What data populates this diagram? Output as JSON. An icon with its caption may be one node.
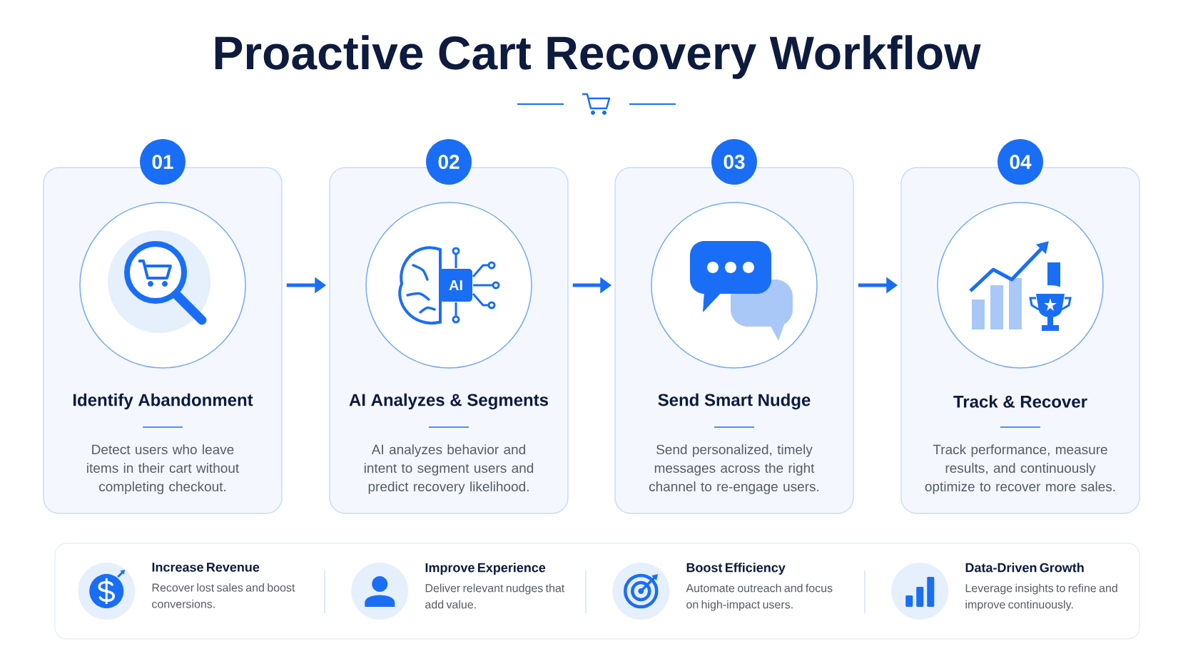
{
  "diagram": {
    "title": "Proactive Cart Recovery Workflow",
    "nodes": [
      {
        "text": [
          "01",
          "Identify Abandonment",
          "Detect users who leave items in their cart without completing checkout."
        ]
      },
      {
        "text": [
          "02",
          "AI Analyzes & Segments",
          "AI analyzes behavior and intent to segment users and predict recovery likelihood."
        ]
      },
      {
        "text": [
          "03",
          "Send Smart Nudge",
          "Send personalized, timely messages across the right channel to re-engage users."
        ]
      },
      {
        "text": [
          "04",
          "Track & Recover",
          "Track performance, measure results, and continuously optimize to recover more sales."
        ]
      },
      {
        "text": [],
        "shape": "box"
      },
      {
        "text": [
          "Increase Revenue",
          "Recover lost sales and boost conversions."
        ],
        "in": 4
      },
      {
        "text": [
          "Improve Experience",
          "Deliver relevant nudges that add value."
        ],
        "in": 4
      },
      {
        "text": [
          "Boost Efficiency",
          "Automate outreach and focus on high-impact users."
        ],
        "in": 4
      },
      {
        "text": [
          "Data-Driven Growth",
          "Leverage insights to refine and improve continuously."
        ],
        "in": 4
      }
    ],
    "edges": [
      {
        "from": 0,
        "to": 1,
        "arrow": "to"
      },
      {
        "from": 1,
        "to": 2,
        "arrow": "to"
      },
      {
        "from": 2,
        "to": 3,
        "arrow": "to"
      }
    ],
    "labels": [
      "AI"
    ]
  }
}
